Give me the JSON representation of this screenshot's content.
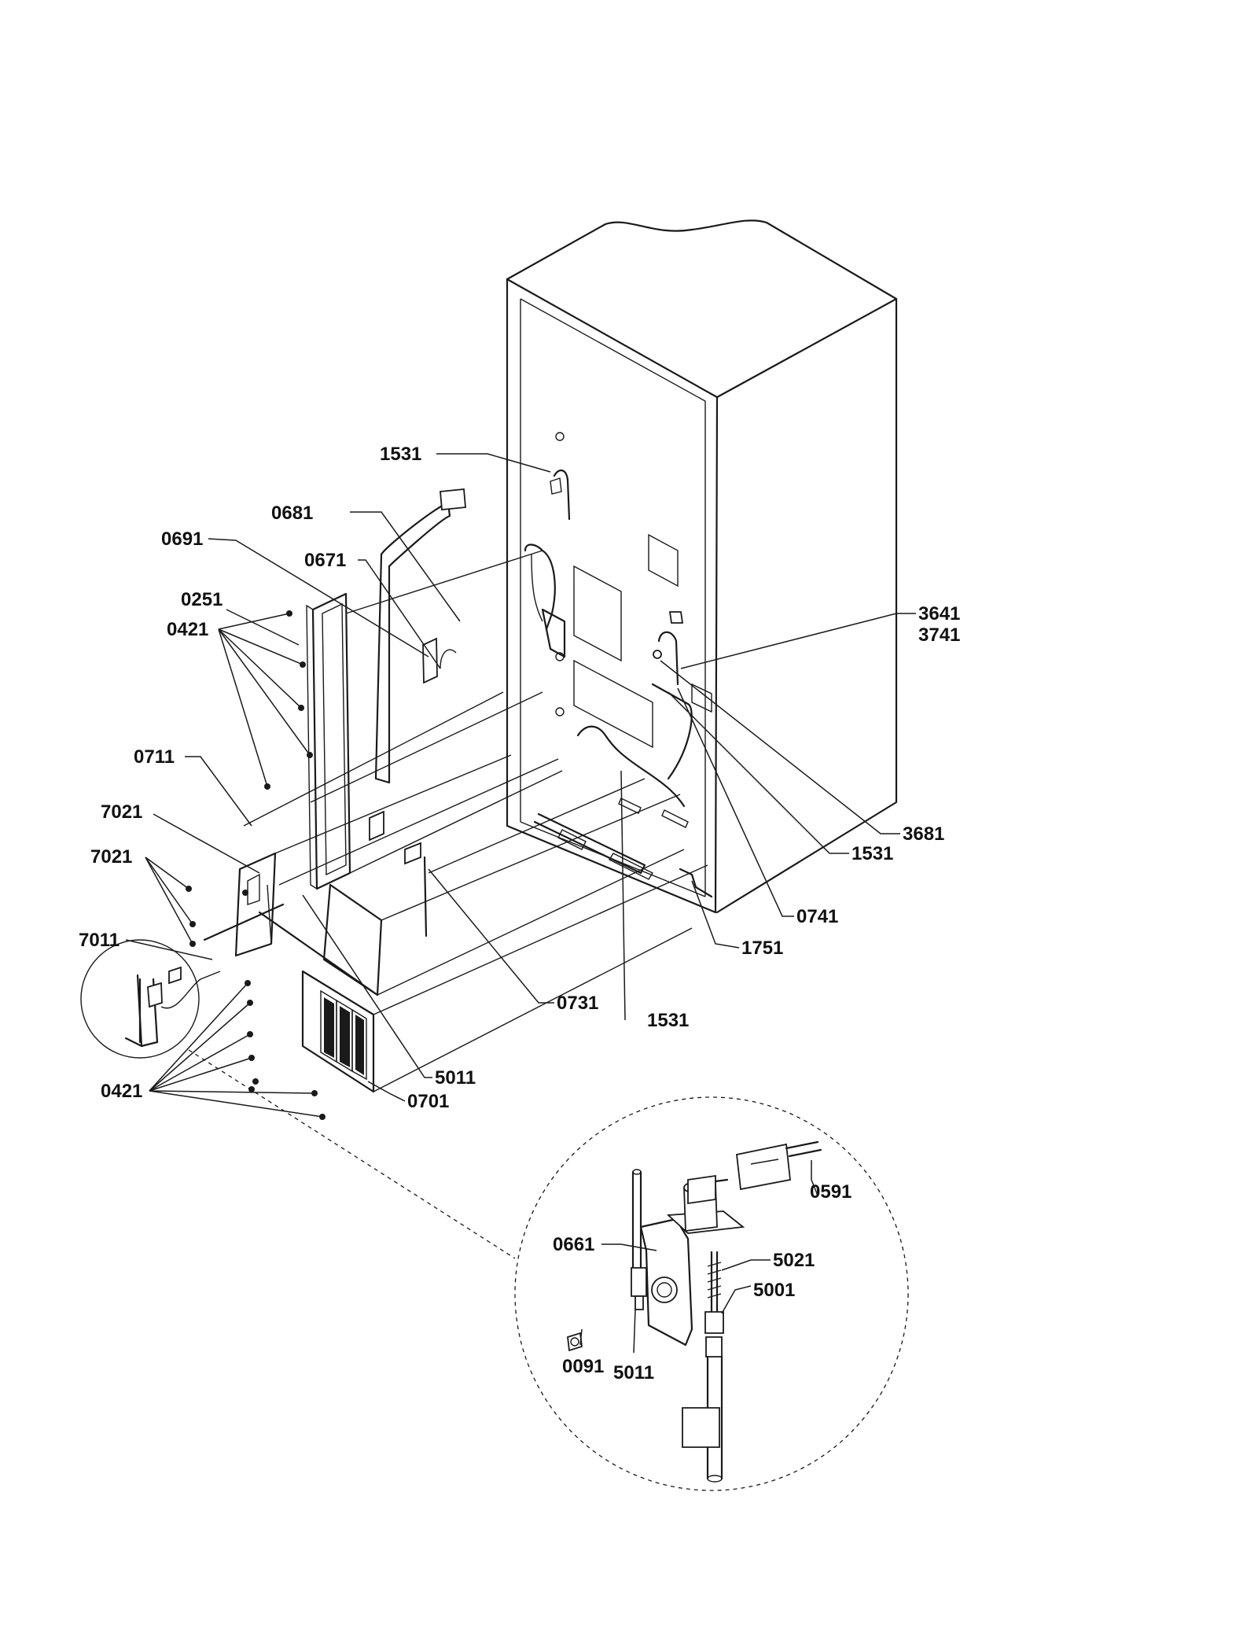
{
  "callouts": {
    "c1531_top": "1531",
    "c0681": "0681",
    "c0691": "0691",
    "c0671": "0671",
    "c0251": "0251",
    "c0421_top": "0421",
    "c0711": "0711",
    "c7021_a": "7021",
    "c7021_b": "7021",
    "c7011": "7011",
    "c0421_bottom": "0421",
    "c3641": "3641",
    "c3741": "3741",
    "c3681": "3681",
    "c1531_right": "1531",
    "c0741": "0741",
    "c1751": "1751",
    "c0731": "0731",
    "c1531_bottom": "1531",
    "c5011_main": "5011",
    "c0701": "0701",
    "c0591": "0591",
    "c0661": "0661",
    "c5021": "5021",
    "c5001": "5001",
    "c0091": "0091",
    "c5011_detail": "5011"
  }
}
